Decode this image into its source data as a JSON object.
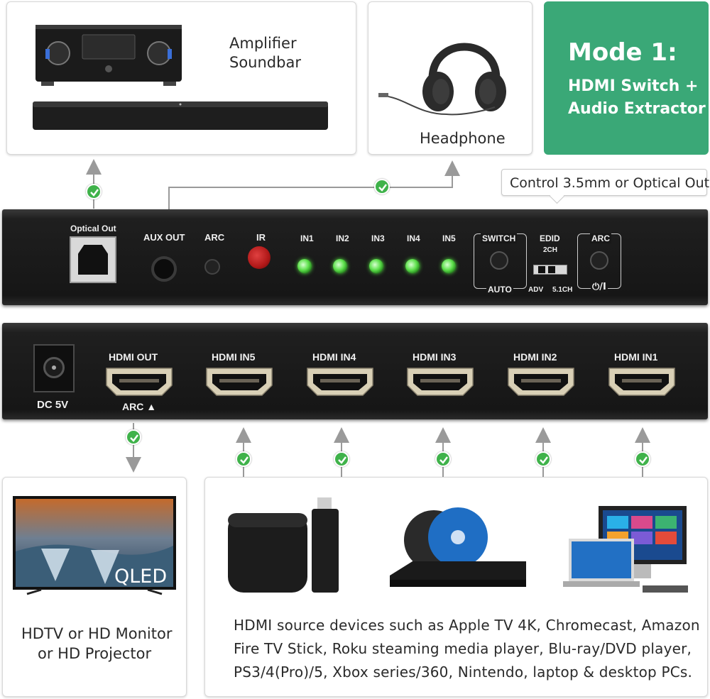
{
  "cards": {
    "amplifier_soundbar": {
      "line1": "Amplifier",
      "line2": "Soundbar"
    },
    "headphone": {
      "label": "Headphone"
    },
    "display": {
      "line1": "HDTV or HD Monitor",
      "line2": "or HD Projector",
      "tv_brand": "QLED"
    },
    "sources": {
      "line1": "HDMI source devices such as Apple TV 4K, Chromecast, Amazon",
      "line2": "Fire TV Stick, Roku steaming media player, Blu-ray/DVD player,",
      "line3": "PS3/4(Pro)/5, Xbox series/360, Nintendo, laptop & desktop PCs."
    }
  },
  "mode": {
    "title": "Mode 1:",
    "line1": "HDMI Switch +",
    "line2": "Audio Extractor"
  },
  "callout": {
    "text": "Control 3.5mm or Optical Out"
  },
  "front_panel": {
    "optical_out": "Optical Out",
    "aux_out": "AUX OUT",
    "arc": "ARC",
    "ir": "IR",
    "inputs": [
      "IN1",
      "IN2",
      "IN3",
      "IN4",
      "IN5"
    ],
    "switch": "SWITCH",
    "auto": "AUTO",
    "edid": "EDID",
    "edid_2ch": "2CH",
    "edid_adv": "ADV",
    "edid_51ch": "5.1CH",
    "arc_button": "ARC",
    "power_symbol": "⏻/I"
  },
  "rear_panel": {
    "dc": "DC 5V",
    "hdmi_out": "HDMI OUT",
    "arc_mark": "ARC ▲",
    "hdmi_inputs": [
      "HDMI IN5",
      "HDMI IN4",
      "HDMI IN3",
      "HDMI IN2",
      "HDMI IN1"
    ]
  },
  "colors": {
    "accent_green": "#3aa877",
    "check_green": "#3fb24a",
    "led_green": "#5ee04c",
    "ir_red": "#b01818",
    "arrow_gray": "#9a9a9a"
  }
}
